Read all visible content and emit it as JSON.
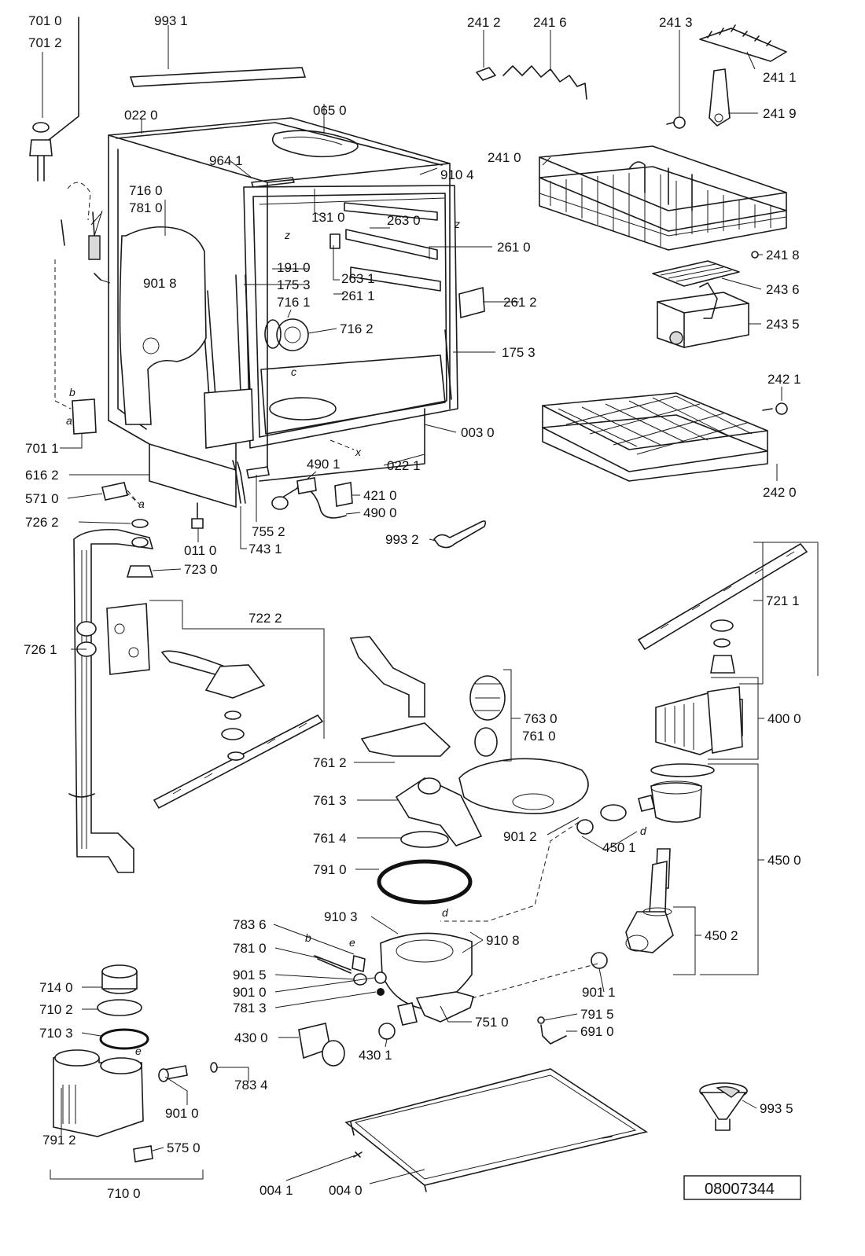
{
  "labels": {
    "l7010": "701 0",
    "l7012": "701 2",
    "l9931": "993 1",
    "l0220": "022 0",
    "l0650": "065 0",
    "l9641": "964 1",
    "l9104": "910 4",
    "l7160": "716 0",
    "l7810a": "781 0",
    "l1310": "131 0",
    "l2630": "263 0",
    "l2610": "261 0",
    "l1910": "191 0",
    "l1753a": "175 3",
    "l2631": "263 1",
    "l2611": "261 1",
    "l9018": "901 8",
    "l7161": "716 1",
    "l7162": "716 2",
    "l2612": "261 2",
    "l1753b": "175 3",
    "l2412": "241 2",
    "l2416": "241 6",
    "l2413": "241 3",
    "l2411": "241 1",
    "l2419": "241 9",
    "l2410": "241 0",
    "l2418": "241 8",
    "l2436": "243 6",
    "l2435": "243 5",
    "l2421": "242 1",
    "l2420": "242 0",
    "l7011": "701 1",
    "l0030": "003 0",
    "l6162": "616 2",
    "l0221": "022 1",
    "l4901": "490 1",
    "l5710": "571 0",
    "l4210": "421 0",
    "l4900": "490 0",
    "l7262": "726 2",
    "l7552": "755 2",
    "l9932": "993 2",
    "l0110": "011 0",
    "l7431": "743 1",
    "l7230": "723 0",
    "l7222": "722 2",
    "l7211": "721 1",
    "l7261": "726 1",
    "l7630": "763 0",
    "l7610": "761 0",
    "l4000": "400 0",
    "l7612": "761 2",
    "l7613": "761 3",
    "l9012": "901 2",
    "l4501": "450 1",
    "l7614": "761 4",
    "l4500": "450 0",
    "l7910": "791 0",
    "l7836": "783 6",
    "l9103": "910 3",
    "l9108": "910 8",
    "l7810b": "781 0",
    "l4502": "450 2",
    "l9015": "901 5",
    "l9010a": "901 0",
    "l7813": "781 3",
    "l9011": "901 1",
    "l7140": "714 0",
    "l7510": "751 0",
    "l7915": "791 5",
    "l7102": "710 2",
    "l4300": "430 0",
    "l4301": "430 1",
    "l6910": "691 0",
    "l7103": "710 3",
    "l7834": "783 4",
    "l9935": "993 5",
    "l9010b": "901 0",
    "l7912": "791 2",
    "l5750": "575 0",
    "l7100": "710 0",
    "l0041": "004 1",
    "l0040": "004 0"
  },
  "letters": {
    "b1": "b",
    "a1": "a",
    "z1": "z",
    "z2": "z",
    "c1": "c",
    "x1": "x",
    "a2": "a",
    "d1": "d",
    "d2": "d",
    "b2": "b",
    "e1": "e",
    "e2": "e"
  },
  "doc_number": "08007344"
}
